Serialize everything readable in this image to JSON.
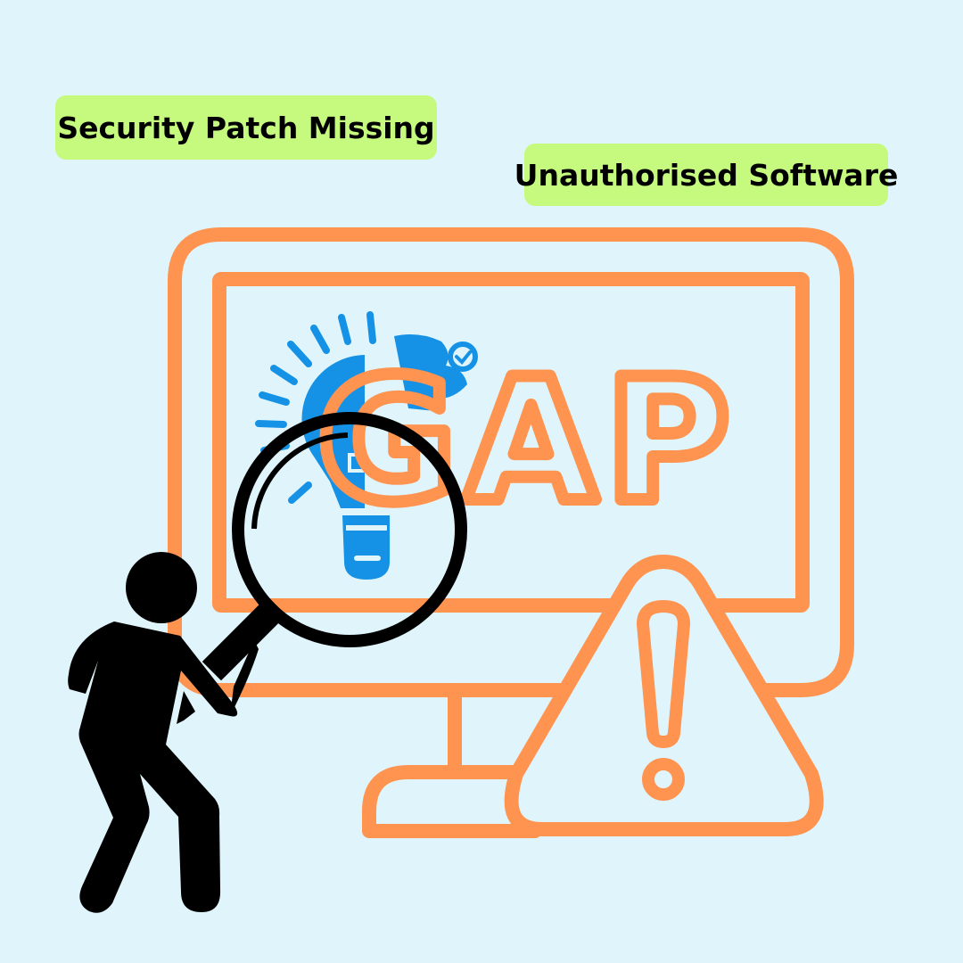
{
  "labels": {
    "security_patch": "Security Patch Missing",
    "unauthorised_software": "Unauthorised Software"
  },
  "screen_text": "GAP",
  "icons": [
    "monitor-icon",
    "lightbulb-puzzle-icon",
    "magnifying-glass-icon",
    "warning-triangle-icon",
    "person-silhouette-icon"
  ],
  "colors": {
    "background": "#dff5fb",
    "label_bg": "#c6fa7e",
    "accent_orange": "#ff9350",
    "accent_blue": "#1592e6",
    "ink": "#000000"
  }
}
